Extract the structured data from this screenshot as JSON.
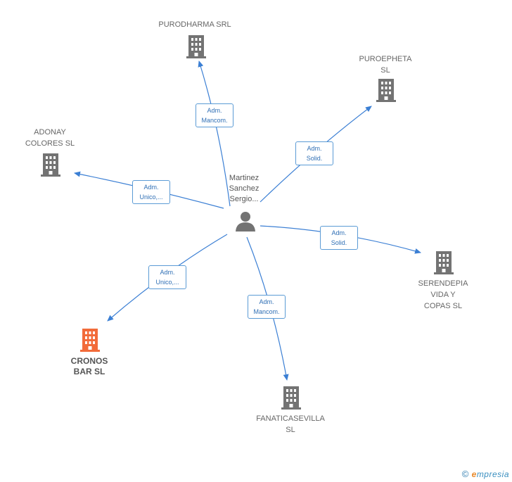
{
  "center": {
    "name_lines": [
      "Martinez",
      "Sanchez",
      "Sergio..."
    ]
  },
  "nodes": {
    "purodharma": {
      "lines": [
        "PURODHARMA SRL"
      ],
      "color": "#737373"
    },
    "puroepheta": {
      "lines": [
        "PUROEPHETA",
        "SL"
      ],
      "color": "#737373"
    },
    "adonay": {
      "lines": [
        "ADONAY",
        "COLORES  SL"
      ],
      "color": "#737373"
    },
    "serendepia": {
      "lines": [
        "SERENDEPIA",
        "VIDA Y",
        "COPAS  SL"
      ],
      "color": "#737373"
    },
    "cronos": {
      "lines": [
        "CRONOS",
        "BAR  SL"
      ],
      "color": "#f26b3a"
    },
    "fanatica": {
      "lines": [
        "FANATICASEVILLA",
        "SL"
      ],
      "color": "#737373"
    }
  },
  "edges": {
    "purodharma": [
      "Adm.",
      "Mancom."
    ],
    "puroepheta": [
      "Adm.",
      "Solid."
    ],
    "adonay": [
      "Adm.",
      "Unico,..."
    ],
    "serendepia": [
      "Adm.",
      "Solid."
    ],
    "cronos": [
      "Adm.",
      "Unico,..."
    ],
    "fanatica": [
      "Adm.",
      "Mancom."
    ]
  },
  "colors": {
    "edge": "#3b7fd4",
    "building": "#737373",
    "focus": "#f26b3a",
    "person": "#737373"
  },
  "watermark": {
    "copyright": "©",
    "brand_initial": "e",
    "brand_rest": "mpresia"
  }
}
